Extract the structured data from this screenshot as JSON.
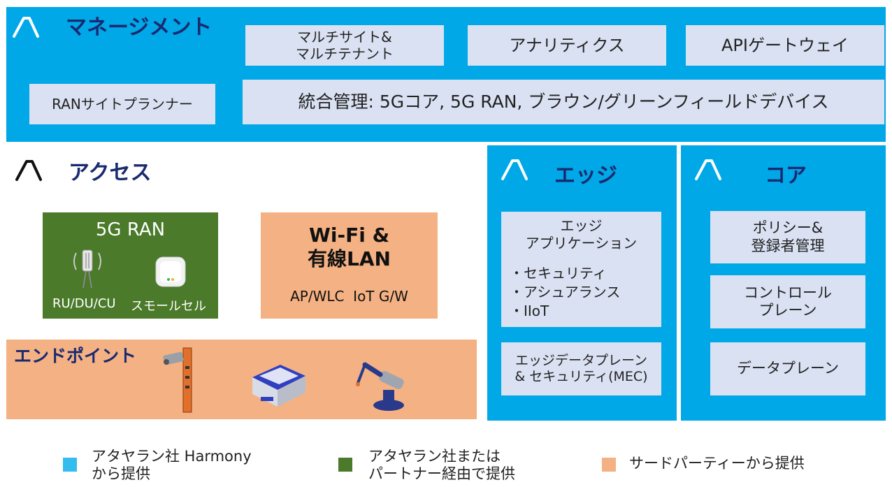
{
  "management": {
    "title": "マネージメント",
    "multisite": "マルチサイト&\nマルチテナント",
    "analytics": "アナリティクス",
    "api_gateway": "APIゲートウェイ",
    "ran_planner": "RANサイトプランナー",
    "integrated": "統合管理: 5Gコア, 5G RAN, ブラウン/グリーンフィールドデバイス"
  },
  "access": {
    "title": "アクセス",
    "ran": {
      "title": "5G RAN",
      "ru_label": "RU/DU/CU",
      "small_cell_label": "スモールセル"
    },
    "wifi": {
      "title": "Wi-Fi &\n有線LAN",
      "subtitle": "AP/WLC  IoT G/W"
    }
  },
  "endpoint": {
    "title": "エンドポイント"
  },
  "edge": {
    "title": "エッジ",
    "apps_title": "エッジ\nアプリケーション",
    "apps_items": [
      "・セキュリティ",
      "・アシュアランス",
      "・IIoT"
    ],
    "dataplane": "エッジデータプレーン\n& セキュリティ(MEC)"
  },
  "core": {
    "title": "コア",
    "policy": "ポリシー&\n登録者管理",
    "control_plane": "コントロール\nプレーン",
    "data_plane": "データプレーン"
  },
  "legend": [
    {
      "text": "アタヤラン社 Harmony\nから提供",
      "color": "#33bdee"
    },
    {
      "text": "アタヤラン社または\nパートナー経由で提供",
      "color": "#4a7a2a"
    },
    {
      "text": "サードパーティーから提供",
      "color": "#f4b183"
    }
  ],
  "colors": {
    "harmony_blue": "#00a8e8",
    "label_box": "#d9e1f2",
    "title_navy": "#1a2a70"
  }
}
